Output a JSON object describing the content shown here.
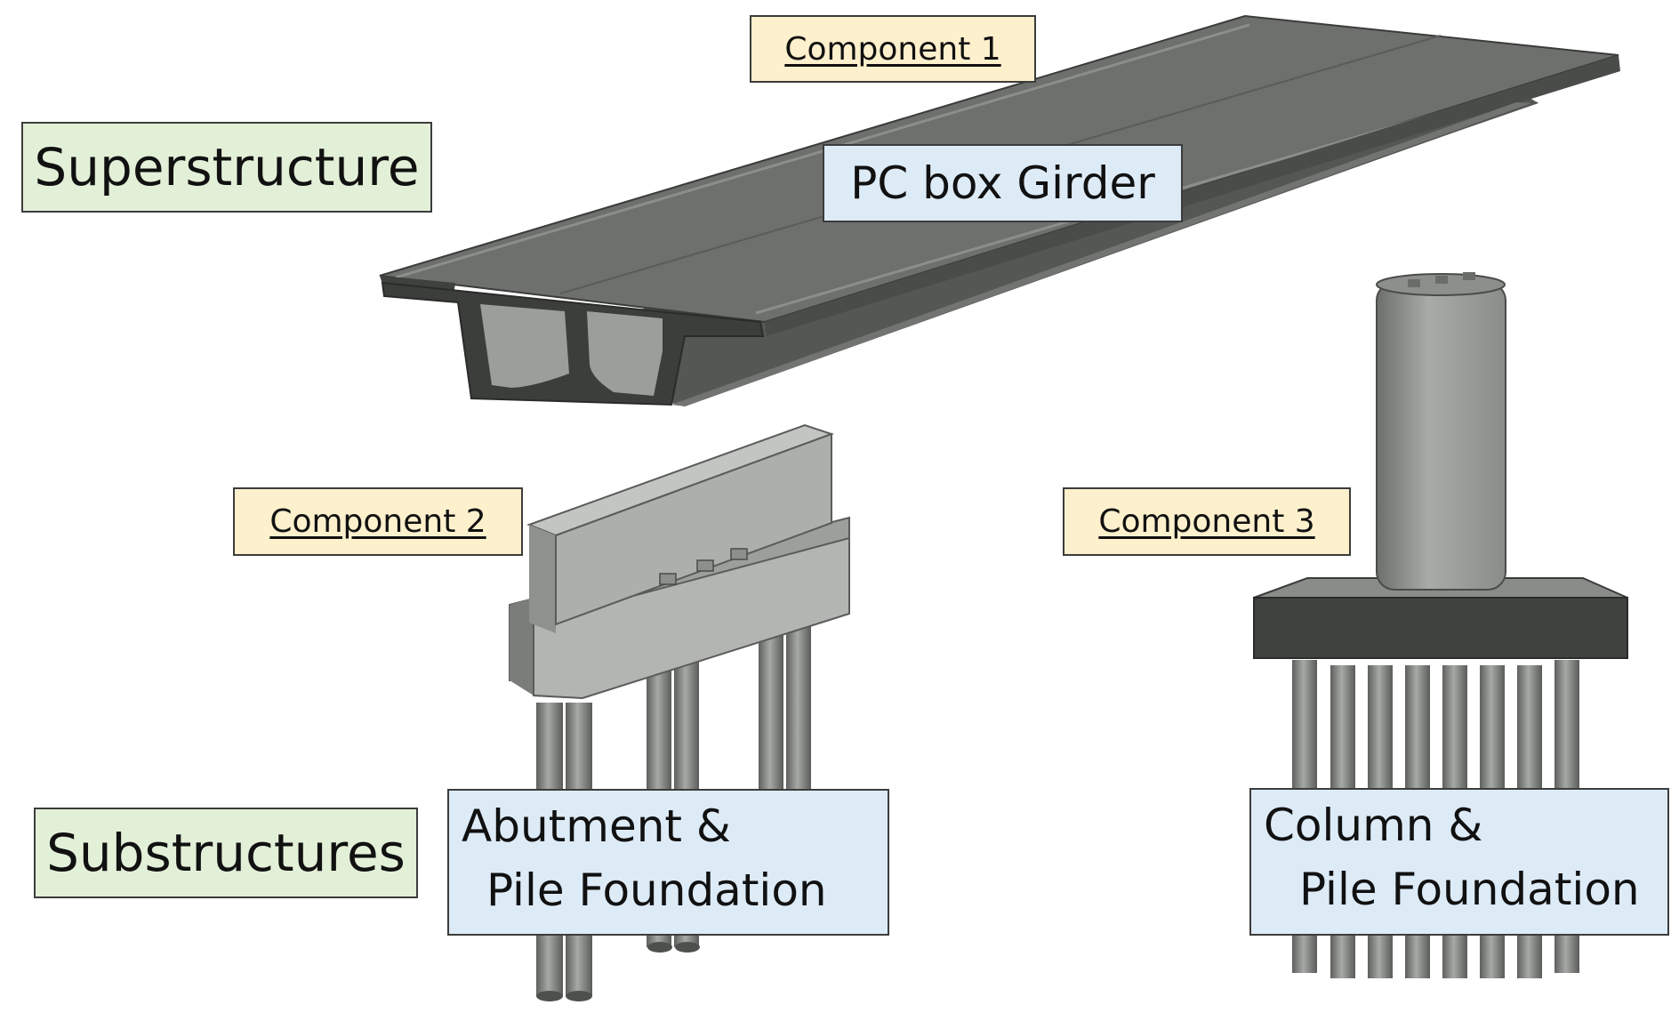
{
  "labels": {
    "component_1": "Component 1",
    "component_2": "Component 2",
    "component_3": "Component 3",
    "superstructure": "Superstructure",
    "substructures": "Substructures",
    "girder": "PC box Girder",
    "abutment_line1": "Abutment &",
    "abutment_line2": "Pile Foundation",
    "column_line1": "Column &",
    "column_line2": "Pile Foundation"
  },
  "colors": {
    "component_fill": "#fdf0cc",
    "category_fill": "#e3f0d8",
    "description_fill": "#ddebf7",
    "concrete_top": "#6f716e",
    "concrete_side": "#9b9d9a",
    "concrete_dark": "#3d3f3d"
  }
}
